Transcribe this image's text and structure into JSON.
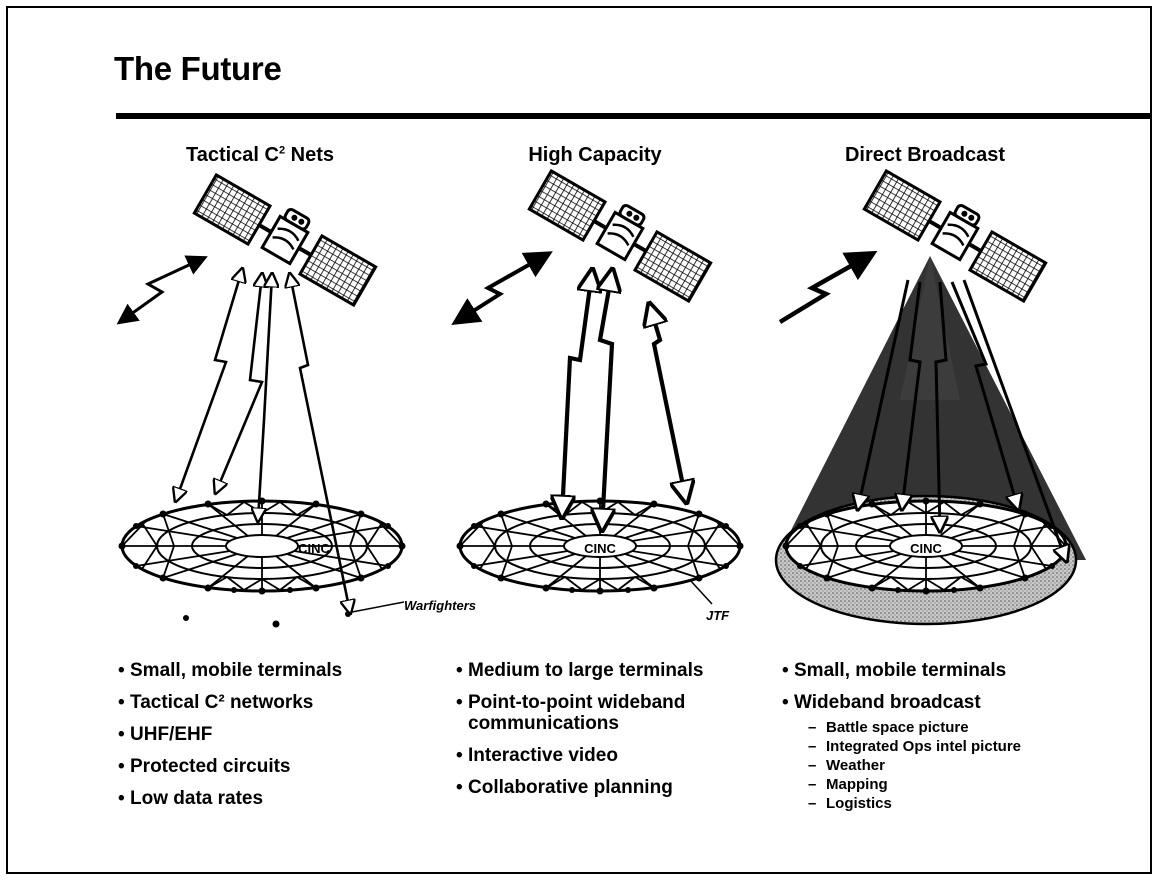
{
  "title": "The Future",
  "columns": [
    {
      "heading": "Tactical C",
      "heading_sup": "2",
      "heading_after": " Nets",
      "center_label": "CINC",
      "callout": "Warfighters",
      "bullets": [
        "Small, mobile terminals",
        "Tactical C² networks",
        "UHF/EHF",
        "Protected circuits",
        "Low data rates"
      ]
    },
    {
      "heading": "High Capacity",
      "center_label": "CINC",
      "callout": "JTF",
      "bullets": [
        "Medium to large terminals",
        "Point-to-point wideband communications",
        "Interactive video",
        "Collaborative planning"
      ]
    },
    {
      "heading": "Direct Broadcast",
      "center_label": "CINC",
      "bullets": [
        "Small, mobile terminals",
        "Wideband broadcast"
      ],
      "sub_bullets": [
        "Battle space picture",
        "Integrated Ops intel picture",
        "Weather",
        "Mapping",
        "Logistics"
      ]
    }
  ],
  "bullet_glyph": "•",
  "dash_glyph": "–"
}
